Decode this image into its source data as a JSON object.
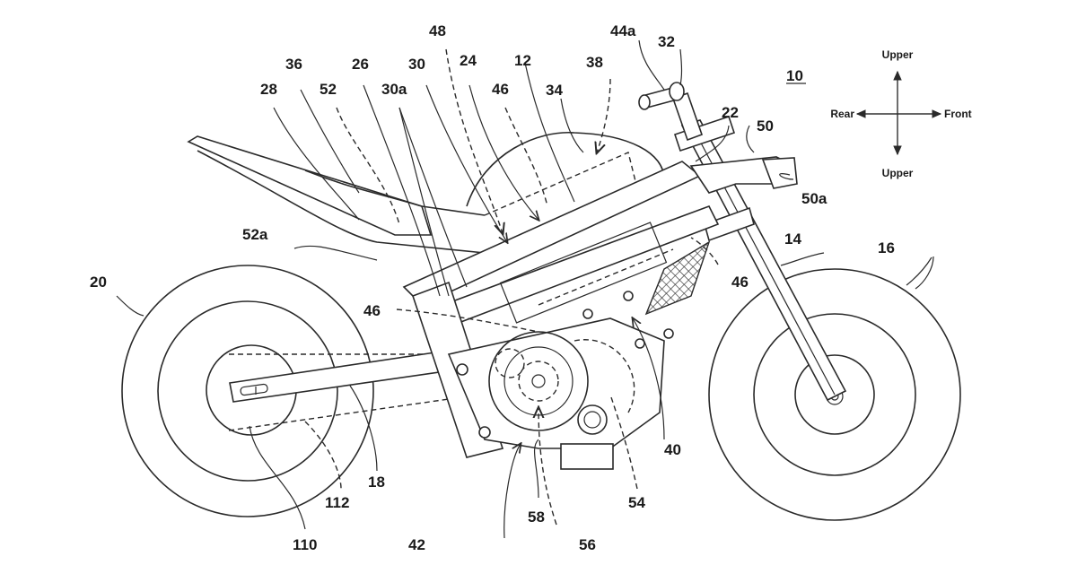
{
  "figure": {
    "title": "Electric motorcycle patent drawing (side view)",
    "reference_number": "10",
    "orientation": {
      "up": "Upper",
      "down": "Upper",
      "left": "Rear",
      "right": "Front"
    },
    "labels": {
      "l10": "10",
      "l12": "12",
      "l14": "14",
      "l16": "16",
      "l18": "18",
      "l20": "20",
      "l22": "22",
      "l24": "24",
      "l26": "26",
      "l28": "28",
      "l30": "30",
      "l30a": "30a",
      "l32": "32",
      "l34": "34",
      "l36": "36",
      "l38": "38",
      "l40": "40",
      "l42": "42",
      "l44a": "44a",
      "l46_top": "46",
      "l46_right": "46",
      "l46_left": "46",
      "l48": "48",
      "l50": "50",
      "l50a": "50a",
      "l52": "52",
      "l52a": "52a",
      "l54": "54",
      "l56": "56",
      "l58": "58",
      "l110": "110",
      "l112": "112"
    }
  }
}
